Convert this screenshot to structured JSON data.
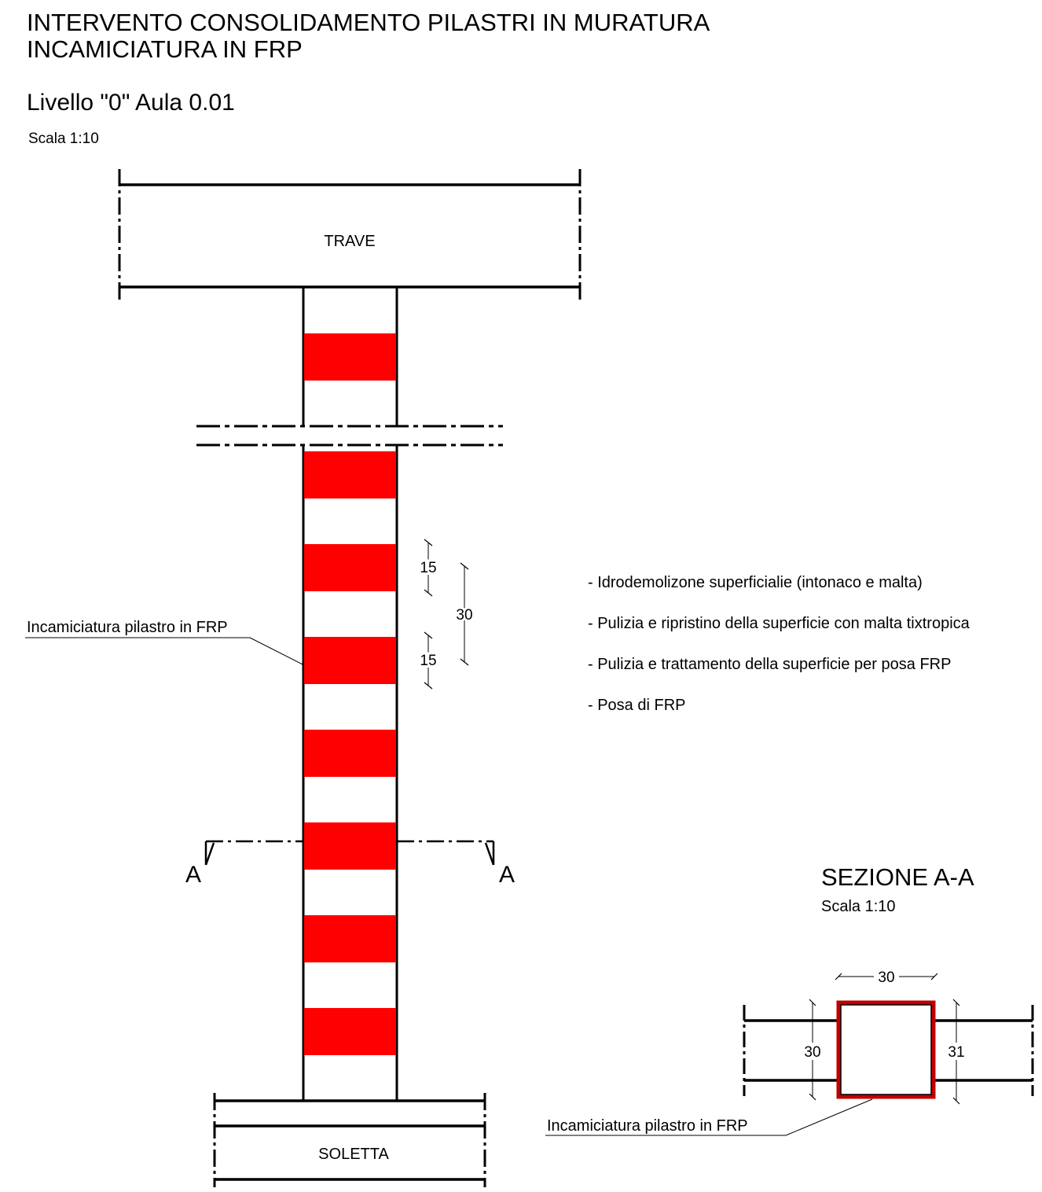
{
  "header": {
    "title_line1": "INTERVENTO CONSOLIDAMENTO PILASTRI IN MURATURA",
    "title_line2": "INCAMICIATURA IN FRP",
    "level": "Livello \"0\" Aula 0.01",
    "scale": "Scala 1:10"
  },
  "elevation": {
    "beam_label": "TRAVE",
    "slab_label": "SOLETTA",
    "frp_callout": "Incamiciatura pilastro in FRP",
    "dim_band": "15",
    "dim_band2": "15",
    "dim_pitch": "30",
    "section_marker_left": "A",
    "section_marker_right": "A",
    "band_color": "#ff0000"
  },
  "notes": [
    "- Idrodemolizone superficialie (intonaco e malta)",
    "- Pulizia e ripristino della superficie con malta tixtropica",
    "- Pulizia e trattamento della superficie per posa FRP",
    "- Posa di FRP"
  ],
  "section": {
    "title": "SEZIONE A-A",
    "scale": "Scala 1:10",
    "dim_top": "30",
    "dim_left": "30",
    "dim_right": "31",
    "frp_callout": "Incamiciatura pilastro in FRP",
    "jacket_color": "#c00000"
  }
}
